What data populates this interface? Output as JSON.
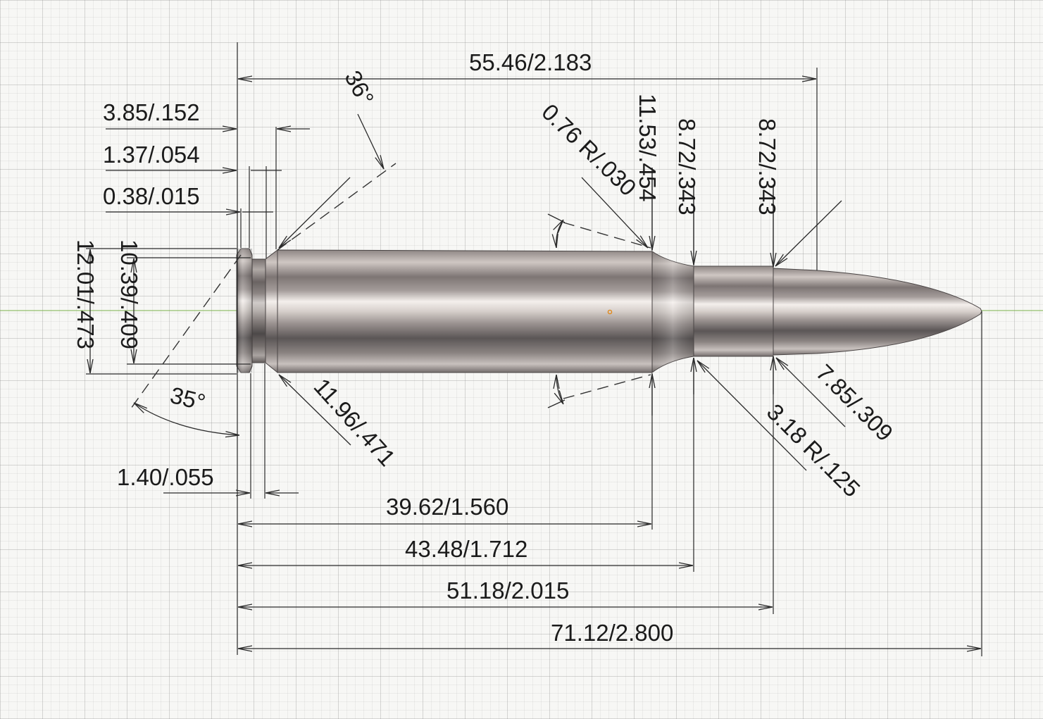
{
  "drawing": {
    "colors": {
      "line": "#2a2a2a",
      "text": "#1b1b1b",
      "grid": "#c8c8c8",
      "axis": "#7bb24a",
      "metal_light": "#f4efec",
      "metal_dark": "#5b5656",
      "marker": "#e08a1e"
    },
    "dimensions": {
      "oal_top": "55.46/2.183",
      "rim_to_shoulder_ref": "3.85/.152",
      "extractor_groove": "1.37/.054",
      "rim_thickness": "0.38/.015",
      "angle_36": "36°",
      "angle_35": "35°",
      "shoulder_radius": "0.76 R/.030",
      "shoulder_diameter": "11.53/.454",
      "neck_diameter_1": "8.72/.343",
      "neck_diameter_2": "8.72/.343",
      "rim_diameter": "12.01/.473",
      "groove_diameter": "10.39/.409",
      "base_diameter": "11.96/.471",
      "rim_bevel": "1.40/.055",
      "length_39": "39.62/1.560",
      "length_43": "43.48/1.712",
      "length_51": "51.18/2.015",
      "length_71": "71.12/2.800",
      "bullet_diameter": "7.85/.309",
      "ogive_radius": "3.18 R/.125"
    }
  }
}
